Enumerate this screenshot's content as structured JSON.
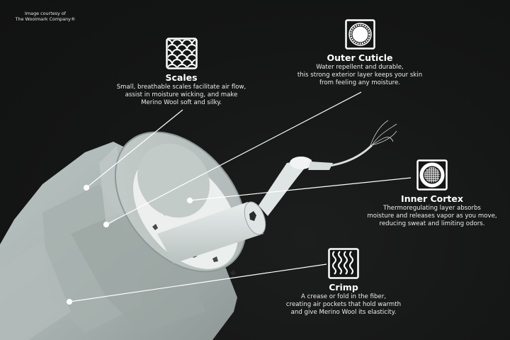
{
  "credit": {
    "line1": "Image courtesy of",
    "line2": "The Woolmark Company®"
  },
  "callouts": {
    "scales": {
      "icon": "fish-scale-pattern-icon",
      "title": "Scales",
      "desc": "Small, breathable scales facilitate air flow,\nassist in moisture wicking, and make\nMerino Wool soft and silky."
    },
    "outer_cuticle": {
      "icon": "ring-circle-icon",
      "title": "Outer Cuticle",
      "desc": "Water repellent and durable,\nthis strong exterior layer keeps your skin\nfrom feeling any moisture."
    },
    "inner_cortex": {
      "icon": "grid-circle-icon",
      "title": "Inner Cortex",
      "desc": "Thermoregulating layer absorbs\nmoisture and releases vapor as you move,\nreducing sweat and limiting odors."
    },
    "crimp": {
      "icon": "wavy-lines-icon",
      "title": "Crimp",
      "desc": "A crease or fold in the fiber,\ncreating air pockets that hold warmth\nand give Merino Wool its elasticity."
    }
  },
  "colors": {
    "background": "#141515",
    "fiber": "#c9d1cf",
    "text": "#ffffff"
  }
}
